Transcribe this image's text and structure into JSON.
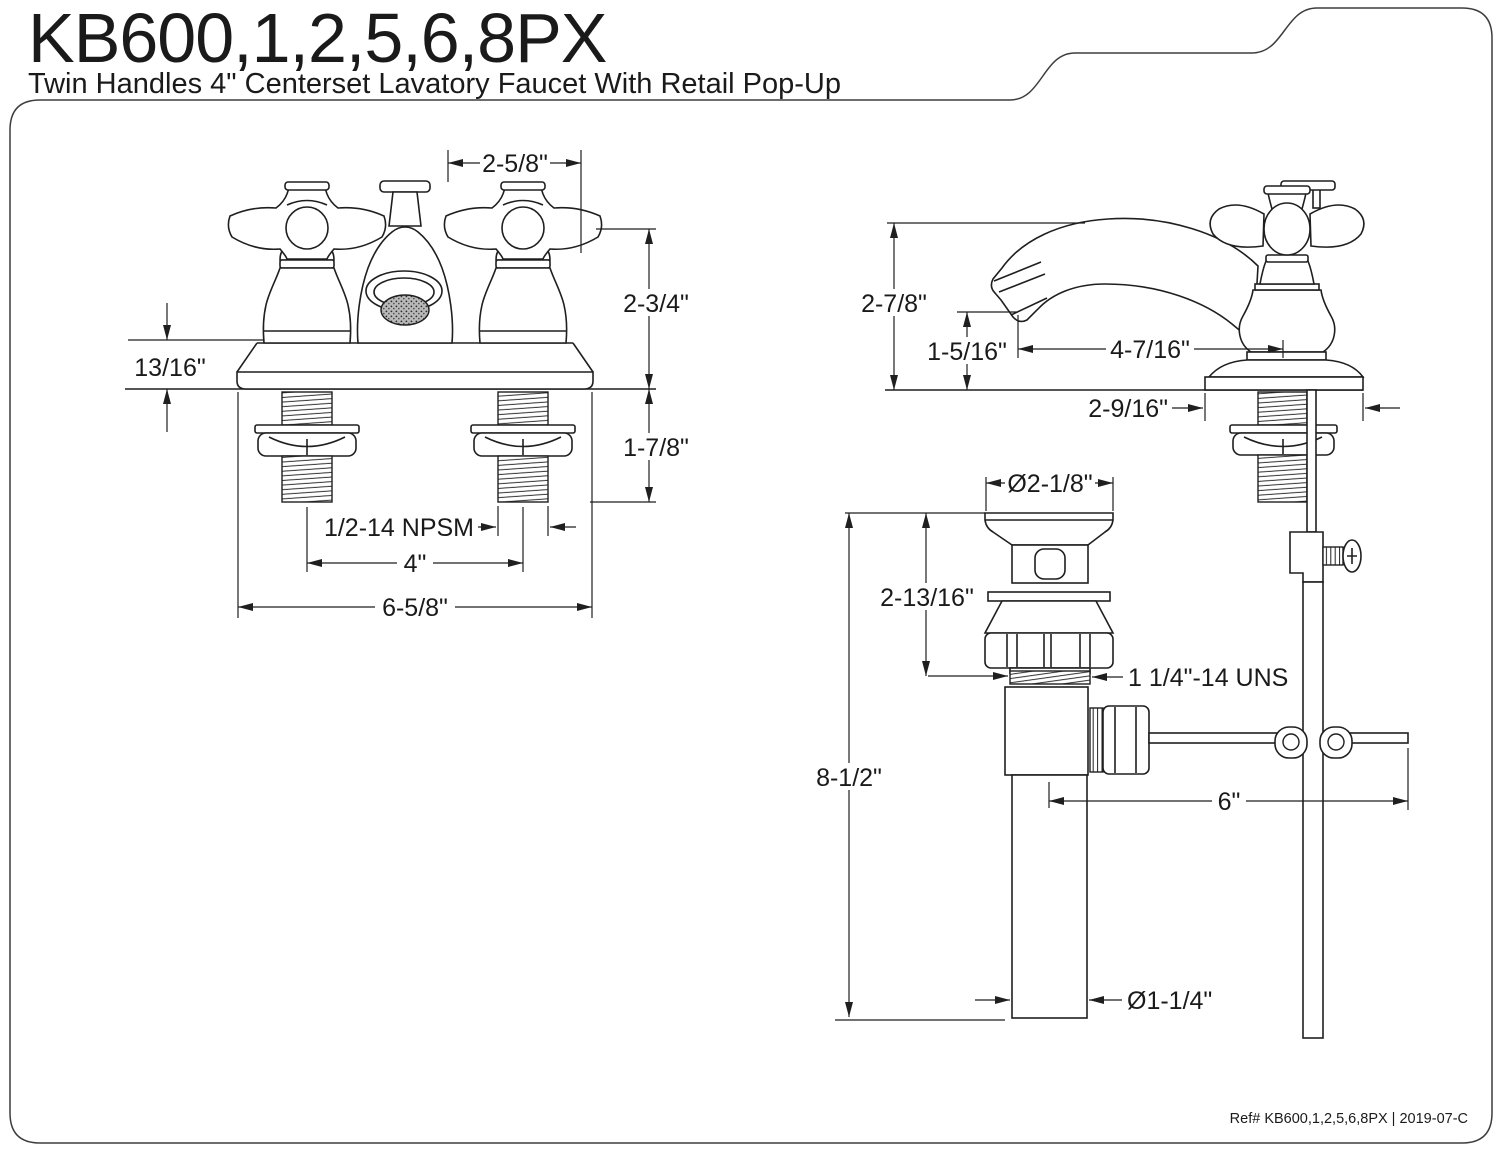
{
  "header": {
    "title": "KB600,1,2,5,6,8PX",
    "subtitle": "Twin Handles 4\" Centerset Lavatory Faucet With Retail Pop-Up"
  },
  "front_view": {
    "dims": {
      "handle_spread": "2-5/8\"",
      "above_deck_height": "2-3/4\"",
      "deck_plate_height": "13/16\"",
      "shank_length": "1-7/8\"",
      "shank_thread": "1/2-14 NPSM",
      "faucet_centers": "4\"",
      "overall_width": "6-5/8\""
    }
  },
  "side_view": {
    "dims": {
      "spout_height": "2-7/8\"",
      "outlet_to_deck": "1-5/16\"",
      "spout_reach": "4-7/16\"",
      "base_depth": "2-9/16\""
    }
  },
  "drain_view": {
    "dims": {
      "flange_diameter": "Ø2-1/8\"",
      "flange_to_thread": "2-13/16\"",
      "drain_thread": "1 1/4\"-14 UNS",
      "overall_height": "8-1/2\"",
      "rod_reach": "6\"",
      "tailpiece_diameter": "Ø1-1/4\""
    }
  },
  "footer": {
    "reference": "Ref# KB600,1,2,5,6,8PX | 2019-07-C"
  },
  "colors": {
    "ink": "#1f1f1f",
    "frame": "#3d3d3d",
    "background": "#ffffff"
  }
}
